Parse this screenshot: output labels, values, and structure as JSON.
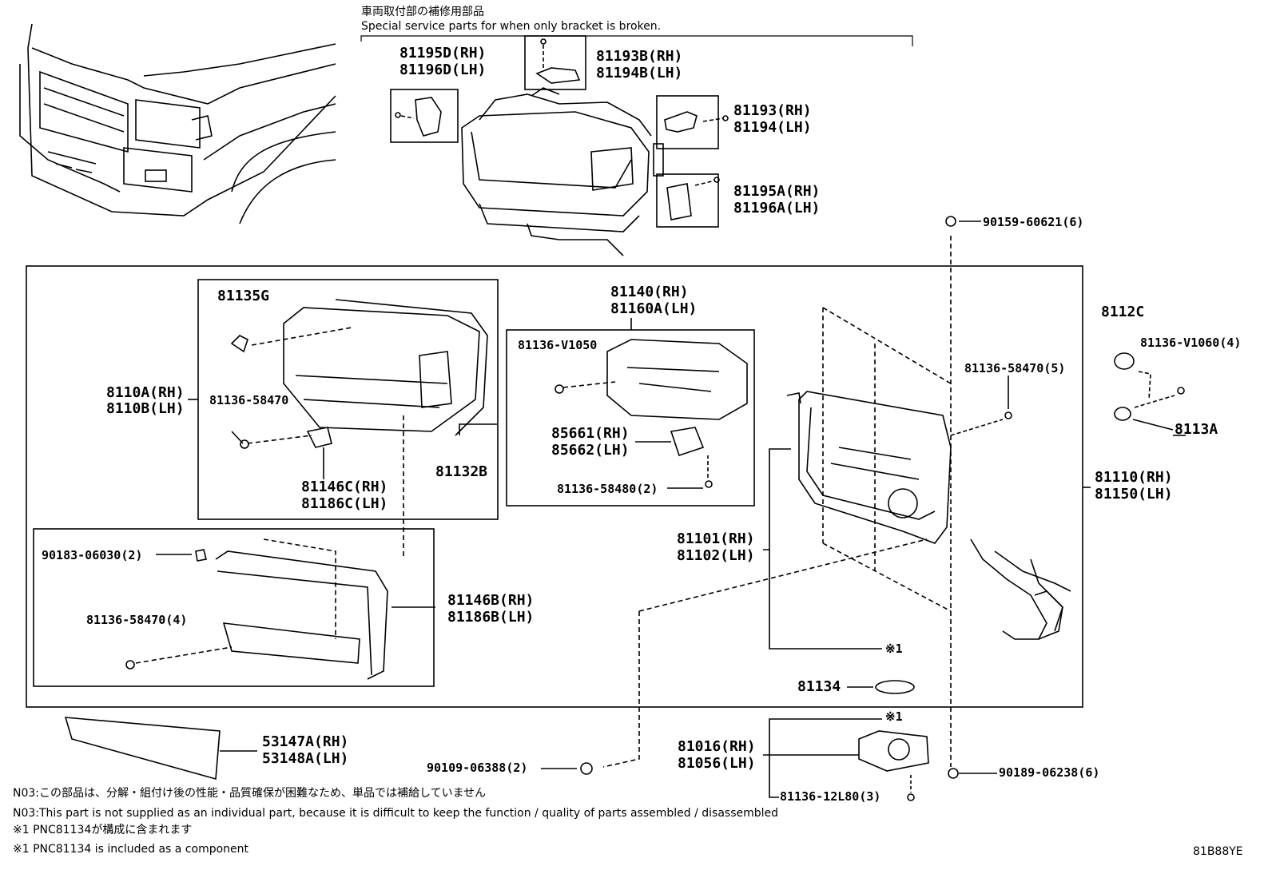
{
  "header": {
    "jp": "車両取付部の補修用部品",
    "en": "Special service parts for when only bracket is broken."
  },
  "parts": {
    "p81195D": "81195D(RH)",
    "p81196D": "81196D(LH)",
    "p81193B": "81193B(RH)",
    "p81194B": "81194B(LH)",
    "p81193": "81193(RH)",
    "p81194": "81194(LH)",
    "p81195A": "81195A(RH)",
    "p81196A": "81196A(LH)",
    "p90159": "90159-60621(6)",
    "p81135G": "81135G",
    "p8110A": "8110A(RH)",
    "p8110B": "8110B(LH)",
    "p81136_58470_a": "81136-58470",
    "p81146C": "81146C(RH)",
    "p81186C": "81186C(LH)",
    "p81132B": "81132B",
    "p81140": "81140(RH)",
    "p81160A": "81160A(LH)",
    "p81136_V1050": "81136-V1050",
    "p85661": "85661(RH)",
    "p85662": "85662(LH)",
    "p81136_58480": "81136-58480(2)",
    "p81136_58470_5": "81136-58470(5)",
    "p8112C": "8112C",
    "p81136_V1060": "81136-V1060(4)",
    "p8113A": "8113A",
    "p81110": "81110(RH)",
    "p81150": "81150(LH)",
    "p90183": "90183-06030(2)",
    "p81136_58470_4": "81136-58470(4)",
    "p81146B": "81146B(RH)",
    "p81186B": "81186B(LH)",
    "p81101": "81101(RH)",
    "p81102": "81102(LH)",
    "mark1a": "※1",
    "p81134": "81134",
    "mark1b": "※1",
    "p53147A": "53147A(RH)",
    "p53148A": "53148A(LH)",
    "p81016": "81016(RH)",
    "p81056": "81056(LH)",
    "p90109": "90109-06388(2)",
    "p90189": "90189-06238(6)",
    "p81136_12L80": "81136-12L80(3)"
  },
  "notes": {
    "n03_jp": "N03:この部品は、分解・組付け後の性能・品質確保が困難なため、単品では補給していません",
    "n03_en": "N03:This part is not supplied as an individual part, because it is difficult to keep the function / quality of parts assembled / disassembled",
    "m1_jp": "※1 PNC81134が構成に含まれます",
    "m1_en": "※1 PNC81134 is included as a component"
  },
  "figure_code": "81B88YE"
}
